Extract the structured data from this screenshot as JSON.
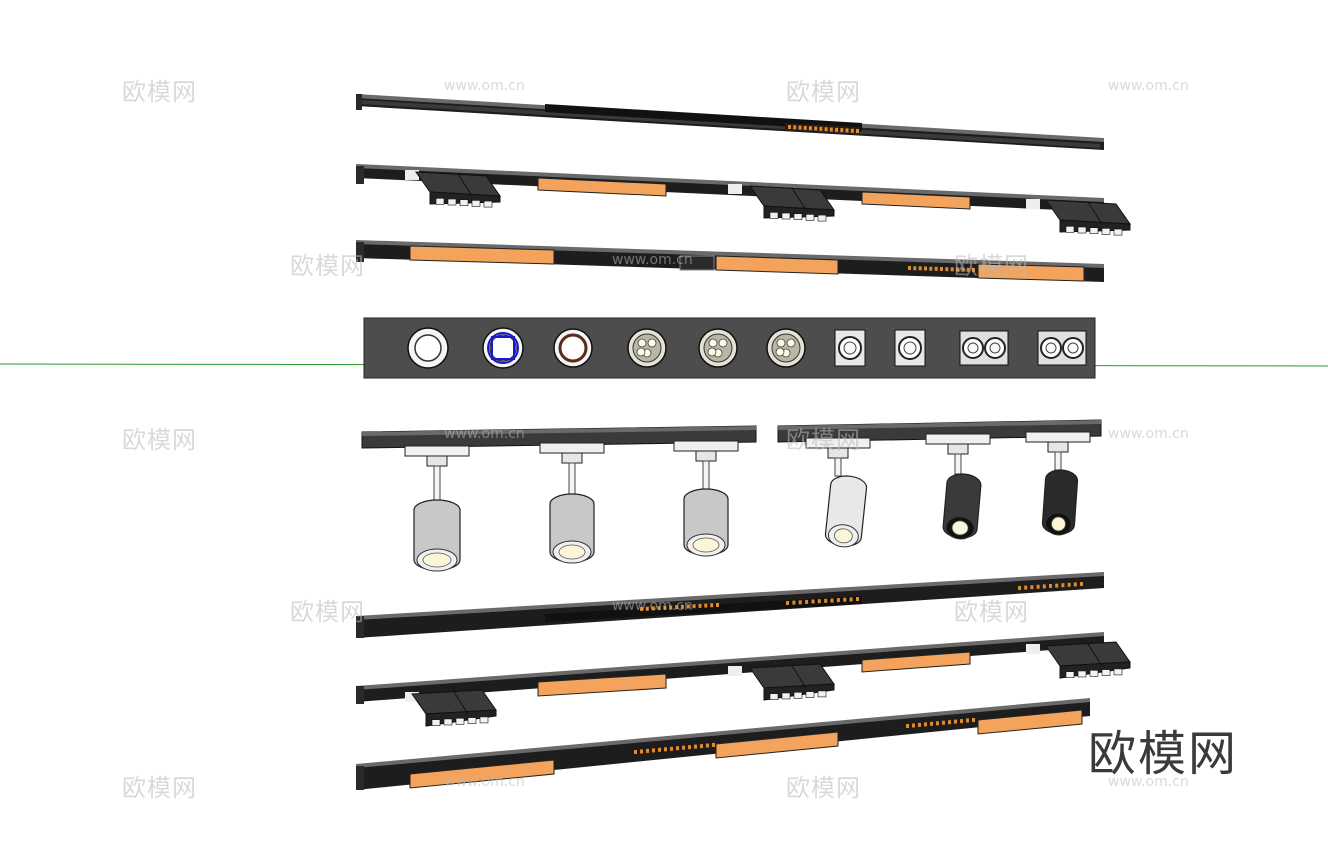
{
  "watermark": {
    "text_cn": "欧模网",
    "text_url": "www.om.cn"
  },
  "logo": {
    "text": "欧模网"
  },
  "colors": {
    "rail_dark": "#4a4a4a",
    "rail_edge": "#1a1a1a",
    "rail_top": "#6a6a6a",
    "orange_panel": "#f4a35c",
    "led_dot": "#e08a2e",
    "axis_green": "#2a9a2a",
    "panel_bg": "#4d4d4d",
    "spot_gray": "#c8c8c8",
    "spot_white": "#e8e8e8",
    "spot_black": "#2a2a2a",
    "lens_glow": "#fbf6d8",
    "selection_blue": "#1a1acc"
  },
  "scene": {
    "spotlight_finishes": [
      "gray",
      "gray",
      "gray",
      "white",
      "dark",
      "black"
    ],
    "downlight_styles": [
      "single",
      "single-selected",
      "ring",
      "triple",
      "triple",
      "triple",
      "square",
      "square",
      "double",
      "double"
    ]
  }
}
